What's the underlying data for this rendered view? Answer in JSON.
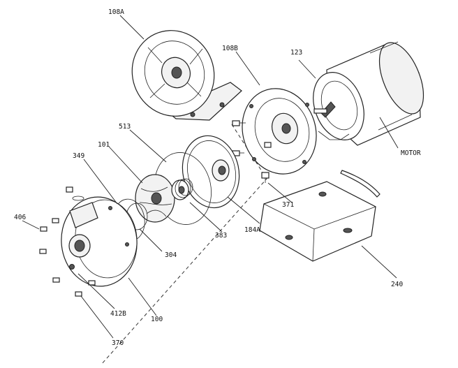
{
  "labels": {
    "p108a": "108A",
    "p108b": "108B",
    "p123": "123",
    "motor": "MOTOR",
    "p513": "513",
    "p101": "101",
    "p349": "349",
    "p406": "406",
    "p371": "371",
    "p184a": "184A",
    "p383": "383",
    "p304": "304",
    "p240": "240",
    "p412b": "412B",
    "p100": "100",
    "p370": "370"
  }
}
